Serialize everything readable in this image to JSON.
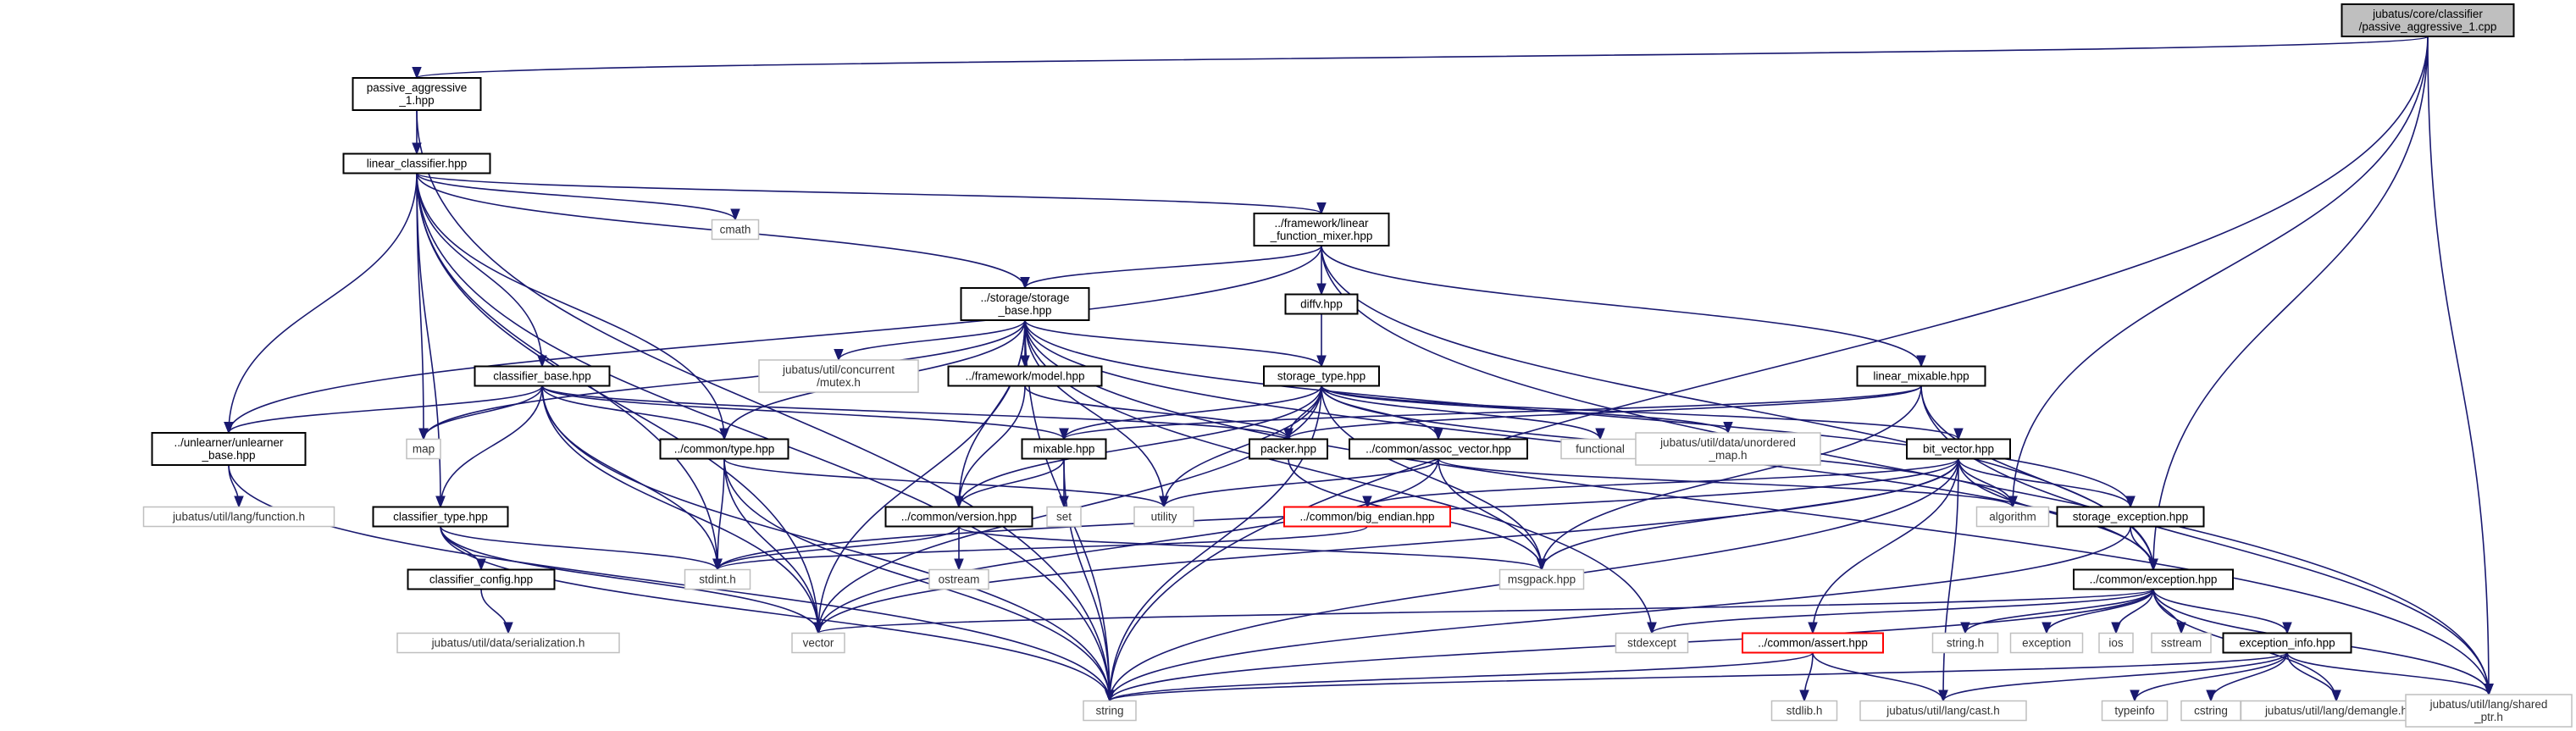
{
  "graph": {
    "edge_color": "#191970",
    "root_fill": "#bfbfbf",
    "external_border": "#bfbfbf",
    "missing_border": "#ff0000",
    "nodes": [
      {
        "id": "root",
        "lines": [
          "jubatus/core/classifier",
          "/passive_aggressive_1.cpp"
        ],
        "kind": "root"
      },
      {
        "id": "pa1hpp",
        "lines": [
          "passive_aggressive",
          "_1.hpp"
        ],
        "kind": "header"
      },
      {
        "id": "linear_classifier",
        "lines": [
          "linear_classifier.hpp"
        ],
        "kind": "header"
      },
      {
        "id": "cmath",
        "lines": [
          "cmath"
        ],
        "kind": "system"
      },
      {
        "id": "linear_function_mixer",
        "lines": [
          "../framework/linear",
          "_function_mixer.hpp"
        ],
        "kind": "header"
      },
      {
        "id": "storage_base",
        "lines": [
          "../storage/storage",
          "_base.hpp"
        ],
        "kind": "header"
      },
      {
        "id": "diffv",
        "lines": [
          "diffv.hpp"
        ],
        "kind": "header"
      },
      {
        "id": "mutex",
        "lines": [
          "jubatus/util/concurrent",
          "/mutex.h"
        ],
        "kind": "system"
      },
      {
        "id": "framework_model",
        "lines": [
          "../framework/model.hpp"
        ],
        "kind": "header"
      },
      {
        "id": "storage_type",
        "lines": [
          "storage_type.hpp"
        ],
        "kind": "header"
      },
      {
        "id": "classifier_base",
        "lines": [
          "classifier_base.hpp"
        ],
        "kind": "header"
      },
      {
        "id": "linear_mixable",
        "lines": [
          "linear_mixable.hpp"
        ],
        "kind": "header"
      },
      {
        "id": "unlearner_base",
        "lines": [
          "../unlearner/unlearner",
          "_base.hpp"
        ],
        "kind": "header"
      },
      {
        "id": "map",
        "lines": [
          "map"
        ],
        "kind": "system"
      },
      {
        "id": "common_type",
        "lines": [
          "../common/type.hpp"
        ],
        "kind": "header"
      },
      {
        "id": "mixable",
        "lines": [
          "mixable.hpp"
        ],
        "kind": "header"
      },
      {
        "id": "packer",
        "lines": [
          "packer.hpp"
        ],
        "kind": "header"
      },
      {
        "id": "assoc_vector",
        "lines": [
          "../common/assoc_vector.hpp"
        ],
        "kind": "header"
      },
      {
        "id": "functional",
        "lines": [
          "functional"
        ],
        "kind": "system"
      },
      {
        "id": "unordered_map",
        "lines": [
          "jubatus/util/data/unordered",
          "_map.h"
        ],
        "kind": "system"
      },
      {
        "id": "bit_vector",
        "lines": [
          "bit_vector.hpp"
        ],
        "kind": "header"
      },
      {
        "id": "function_h",
        "lines": [
          "jubatus/util/lang/function.h"
        ],
        "kind": "system"
      },
      {
        "id": "classifier_type",
        "lines": [
          "classifier_type.hpp"
        ],
        "kind": "header"
      },
      {
        "id": "set",
        "lines": [
          "set"
        ],
        "kind": "system"
      },
      {
        "id": "utility",
        "lines": [
          "utility"
        ],
        "kind": "system"
      },
      {
        "id": "common_version",
        "lines": [
          "../common/version.hpp"
        ],
        "kind": "header"
      },
      {
        "id": "big_endian",
        "lines": [
          "../common/big_endian.hpp"
        ],
        "kind": "missing"
      },
      {
        "id": "algorithm",
        "lines": [
          "algorithm"
        ],
        "kind": "system"
      },
      {
        "id": "storage_exception",
        "lines": [
          "storage_exception.hpp"
        ],
        "kind": "header"
      },
      {
        "id": "stdint",
        "lines": [
          "stdint.h"
        ],
        "kind": "system"
      },
      {
        "id": "classifier_config",
        "lines": [
          "classifier_config.hpp"
        ],
        "kind": "header"
      },
      {
        "id": "ostream",
        "lines": [
          "ostream"
        ],
        "kind": "system"
      },
      {
        "id": "msgpack",
        "lines": [
          "msgpack.hpp"
        ],
        "kind": "system"
      },
      {
        "id": "common_exception",
        "lines": [
          "../common/exception.hpp"
        ],
        "kind": "header"
      },
      {
        "id": "serialization",
        "lines": [
          "jubatus/util/data/serialization.h"
        ],
        "kind": "system"
      },
      {
        "id": "vector",
        "lines": [
          "vector"
        ],
        "kind": "system"
      },
      {
        "id": "stdexcept",
        "lines": [
          "stdexcept"
        ],
        "kind": "system"
      },
      {
        "id": "common_assert",
        "lines": [
          "../common/assert.hpp"
        ],
        "kind": "missing"
      },
      {
        "id": "string_h",
        "lines": [
          "string.h"
        ],
        "kind": "system"
      },
      {
        "id": "exception",
        "lines": [
          "exception"
        ],
        "kind": "system"
      },
      {
        "id": "ios",
        "lines": [
          "ios"
        ],
        "kind": "system"
      },
      {
        "id": "sstream",
        "lines": [
          "sstream"
        ],
        "kind": "system"
      },
      {
        "id": "exception_info",
        "lines": [
          "exception_info.hpp"
        ],
        "kind": "header"
      },
      {
        "id": "string",
        "lines": [
          "string"
        ],
        "kind": "system"
      },
      {
        "id": "stdlib",
        "lines": [
          "stdlib.h"
        ],
        "kind": "system"
      },
      {
        "id": "cast",
        "lines": [
          "jubatus/util/lang/cast.h"
        ],
        "kind": "system"
      },
      {
        "id": "typeinfo",
        "lines": [
          "typeinfo"
        ],
        "kind": "system"
      },
      {
        "id": "cstring",
        "lines": [
          "cstring"
        ],
        "kind": "system"
      },
      {
        "id": "demangle",
        "lines": [
          "jubatus/util/lang/demangle.h"
        ],
        "kind": "system"
      },
      {
        "id": "shared_ptr",
        "lines": [
          "jubatus/util/lang/shared",
          "_ptr.h"
        ],
        "kind": "system"
      }
    ],
    "edges": [
      [
        "root",
        "pa1hpp"
      ],
      [
        "root",
        "algorithm"
      ],
      [
        "root",
        "string"
      ],
      [
        "root",
        "common_exception"
      ],
      [
        "root",
        "shared_ptr"
      ],
      [
        "pa1hpp",
        "linear_classifier"
      ],
      [
        "pa1hpp",
        "string"
      ],
      [
        "linear_classifier",
        "cmath"
      ],
      [
        "linear_classifier",
        "map"
      ],
      [
        "linear_classifier",
        "string"
      ],
      [
        "linear_classifier",
        "vector"
      ],
      [
        "linear_classifier",
        "linear_function_mixer"
      ],
      [
        "linear_classifier",
        "storage_base"
      ],
      [
        "linear_classifier",
        "classifier_base"
      ],
      [
        "linear_classifier",
        "unlearner_base"
      ],
      [
        "linear_classifier",
        "common_type"
      ],
      [
        "linear_classifier",
        "classifier_type"
      ],
      [
        "linear_classifier",
        "stdint"
      ],
      [
        "linear_function_mixer",
        "storage_base"
      ],
      [
        "linear_function_mixer",
        "diffv"
      ],
      [
        "linear_function_mixer",
        "linear_mixable"
      ],
      [
        "linear_function_mixer",
        "unlearner_base"
      ],
      [
        "linear_function_mixer",
        "common_exception"
      ],
      [
        "linear_function_mixer",
        "shared_ptr"
      ],
      [
        "storage_base",
        "mutex"
      ],
      [
        "storage_base",
        "framework_model"
      ],
      [
        "storage_base",
        "storage_type"
      ],
      [
        "storage_base",
        "map"
      ],
      [
        "storage_base",
        "string"
      ],
      [
        "storage_base",
        "vector"
      ],
      [
        "storage_base",
        "utility"
      ],
      [
        "storage_base",
        "common_type"
      ],
      [
        "storage_base",
        "common_version"
      ],
      [
        "storage_base",
        "common_exception"
      ],
      [
        "storage_base",
        "storage_exception"
      ],
      [
        "storage_base",
        "stdexcept"
      ],
      [
        "storage_base",
        "shared_ptr"
      ],
      [
        "diffv",
        "storage_type"
      ],
      [
        "framework_model",
        "common_version"
      ],
      [
        "framework_model",
        "packer"
      ],
      [
        "storage_type",
        "mixable"
      ],
      [
        "storage_type",
        "packer"
      ],
      [
        "storage_type",
        "assoc_vector"
      ],
      [
        "storage_type",
        "functional"
      ],
      [
        "storage_type",
        "unordered_map"
      ],
      [
        "storage_type",
        "bit_vector"
      ],
      [
        "storage_type",
        "utility"
      ],
      [
        "storage_type",
        "string"
      ],
      [
        "storage_type",
        "vector"
      ],
      [
        "storage_type",
        "msgpack"
      ],
      [
        "storage_type",
        "common_version"
      ],
      [
        "storage_type",
        "algorithm"
      ],
      [
        "classifier_base",
        "unlearner_base"
      ],
      [
        "classifier_base",
        "map"
      ],
      [
        "classifier_base",
        "common_type"
      ],
      [
        "classifier_base",
        "mixable"
      ],
      [
        "classifier_base",
        "classifier_type"
      ],
      [
        "classifier_base",
        "stdint"
      ],
      [
        "classifier_base",
        "vector"
      ],
      [
        "classifier_base",
        "string"
      ],
      [
        "classifier_base",
        "packer"
      ],
      [
        "linear_mixable",
        "mixable"
      ],
      [
        "linear_mixable",
        "packer"
      ],
      [
        "linear_mixable",
        "msgpack"
      ],
      [
        "linear_mixable",
        "common_exception"
      ],
      [
        "linear_mixable",
        "shared_ptr"
      ],
      [
        "unlearner_base",
        "function_h"
      ],
      [
        "unlearner_base",
        "string"
      ],
      [
        "common_type",
        "utility"
      ],
      [
        "common_type",
        "stdint"
      ],
      [
        "common_type",
        "vector"
      ],
      [
        "common_type",
        "string"
      ],
      [
        "mixable",
        "set"
      ],
      [
        "mixable",
        "string"
      ],
      [
        "mixable",
        "common_version"
      ],
      [
        "packer",
        "msgpack"
      ],
      [
        "assoc_vector",
        "utility"
      ],
      [
        "assoc_vector",
        "msgpack"
      ],
      [
        "assoc_vector",
        "vector"
      ],
      [
        "assoc_vector",
        "algorithm"
      ],
      [
        "bit_vector",
        "algorithm"
      ],
      [
        "bit_vector",
        "storage_exception"
      ],
      [
        "bit_vector",
        "big_endian"
      ],
      [
        "bit_vector",
        "common_assert"
      ],
      [
        "bit_vector",
        "common_exception"
      ],
      [
        "bit_vector",
        "cast"
      ],
      [
        "bit_vector",
        "msgpack"
      ],
      [
        "bit_vector",
        "stdint"
      ],
      [
        "bit_vector",
        "vector"
      ],
      [
        "bit_vector",
        "string"
      ],
      [
        "classifier_type",
        "classifier_config"
      ],
      [
        "classifier_type",
        "stdint"
      ],
      [
        "classifier_type",
        "string"
      ],
      [
        "classifier_type",
        "vector"
      ],
      [
        "common_version",
        "ostream"
      ],
      [
        "common_version",
        "msgpack"
      ],
      [
        "common_version",
        "stdint"
      ],
      [
        "big_endian",
        "stdint"
      ],
      [
        "storage_exception",
        "common_exception"
      ],
      [
        "storage_exception",
        "string"
      ],
      [
        "classifier_config",
        "serialization"
      ],
      [
        "common_exception",
        "vector"
      ],
      [
        "common_exception",
        "stdexcept"
      ],
      [
        "common_exception",
        "string_h"
      ],
      [
        "common_exception",
        "exception"
      ],
      [
        "common_exception",
        "ios"
      ],
      [
        "common_exception",
        "sstream"
      ],
      [
        "common_exception",
        "exception_info"
      ],
      [
        "common_exception",
        "string"
      ],
      [
        "common_exception",
        "demangle"
      ],
      [
        "common_exception",
        "shared_ptr"
      ],
      [
        "common_assert",
        "stdlib"
      ],
      [
        "common_assert",
        "cast"
      ],
      [
        "common_assert",
        "string"
      ],
      [
        "exception_info",
        "typeinfo"
      ],
      [
        "exception_info",
        "cstring"
      ],
      [
        "exception_info",
        "demangle"
      ],
      [
        "exception_info",
        "cast"
      ],
      [
        "exception_info",
        "string"
      ],
      [
        "exception_info",
        "shared_ptr"
      ]
    ]
  }
}
